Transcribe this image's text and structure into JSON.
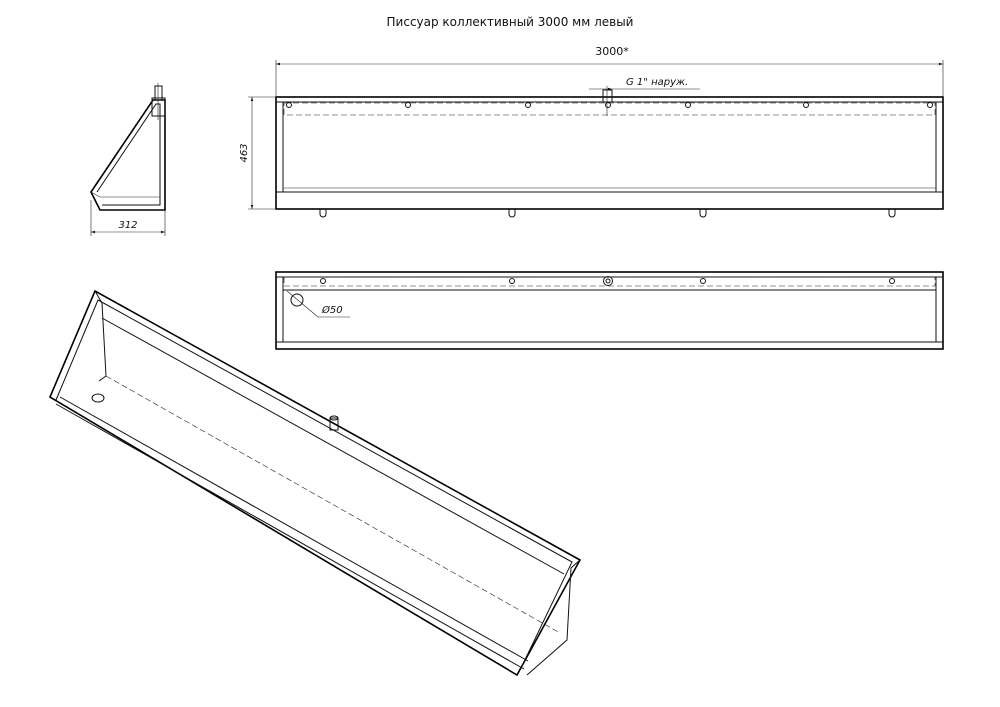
{
  "title": "Писсуар коллективный 3000 мм левый",
  "dimensions": {
    "width": "3000*",
    "height": "463",
    "depth": "312",
    "pipe": "G 1\" наруж.",
    "hole": "Ø50"
  }
}
